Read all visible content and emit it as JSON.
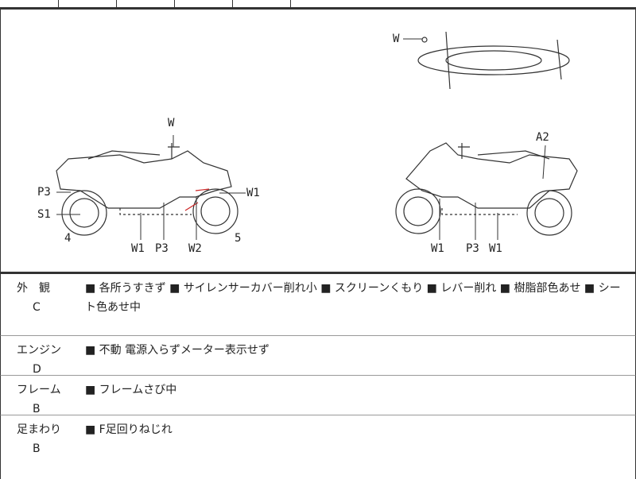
{
  "diagram": {
    "side_left_labels": {
      "w_top": "W",
      "p3_left": "P3",
      "s1": "S1",
      "num4": "4",
      "num5": "5",
      "w1_bottom": "W1",
      "p3_bottom": "P3",
      "w2": "W2",
      "w1_right": "W1"
    },
    "side_right_labels": {
      "a2": "A2",
      "w1_a": "W1",
      "p3": "P3",
      "w1_b": "W1"
    },
    "top_view_labels": {
      "w": "W"
    }
  },
  "conditions": [
    {
      "category": "外　観",
      "grade": "C",
      "text": "■ 各所うすきず ■ サイレンサーカバー削れ小 ■ スクリーンくもり ■ レバー削れ ■ 樹脂部色あせ ■ シート色あせ中"
    },
    {
      "category": "エンジン",
      "grade": "D",
      "text": "■ 不動 電源入らずメーター表示せず"
    },
    {
      "category": "フレーム",
      "grade": "B",
      "text": "■ フレームさび中"
    },
    {
      "category": "足まわり",
      "grade": "B",
      "text": "■ F足回りねじれ"
    }
  ],
  "colors": {
    "line": "#333333",
    "mark": "#cc2222"
  }
}
